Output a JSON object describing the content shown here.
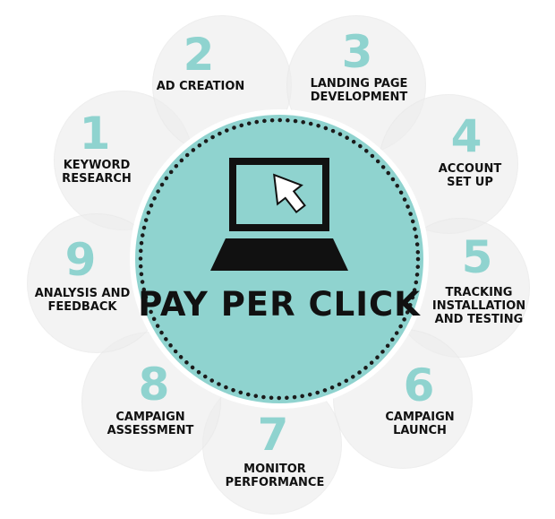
{
  "center": {
    "title": "PAY PER CLICK",
    "icon": "laptop-with-cursor-icon"
  },
  "steps": [
    {
      "number": "1",
      "label": "KEYWORD\nRESEARCH"
    },
    {
      "number": "2",
      "label": "AD CREATION"
    },
    {
      "number": "3",
      "label": "LANDING PAGE\nDEVELOPMENT"
    },
    {
      "number": "4",
      "label": "ACCOUNT\nSET UP"
    },
    {
      "number": "5",
      "label": "TRACKING\nINSTALLATION\nAND TESTING"
    },
    {
      "number": "6",
      "label": "CAMPAIGN\nLAUNCH"
    },
    {
      "number": "7",
      "label": "MONITOR\nPERFORMANCE"
    },
    {
      "number": "8",
      "label": "CAMPAIGN\nASSESSMENT"
    },
    {
      "number": "9",
      "label": "ANALYSIS AND\nFEEDBACK"
    }
  ],
  "colors": {
    "accent": "#8fd3cf",
    "petal": "#ececec",
    "text": "#111111",
    "background": "#ffffff"
  }
}
